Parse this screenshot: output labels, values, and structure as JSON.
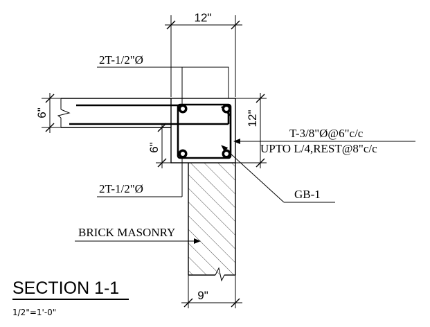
{
  "dimensions": {
    "top_width": "12\"",
    "beam_depth": "12\"",
    "slab_thickness": "6\"",
    "drop": "6\"",
    "wall_width": "9\""
  },
  "labels": {
    "top_bars": "2T-1/2\"Ø",
    "bottom_bars": "2T-1/2\"Ø",
    "stirrups_line1": "T-3/8\"Ø@6\"c/c",
    "stirrups_line2": "UPTO L/4,REST@8\"c/c",
    "beam_mark": "GB-1",
    "wall": "BRICK MASONRY"
  },
  "title": {
    "section": "SECTION 1-1",
    "scale": "1/2\"=1'-0\""
  }
}
